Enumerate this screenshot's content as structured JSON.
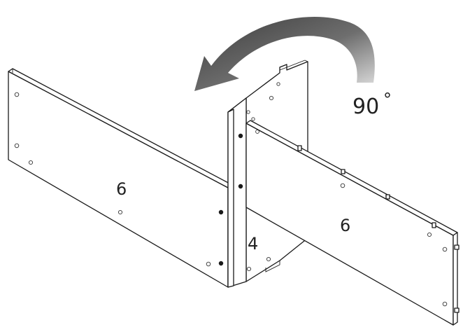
{
  "labels": {
    "left_panel": "6",
    "center_panel": "4",
    "right_panel": "6",
    "rotation": "90",
    "degree_symbol": "°"
  },
  "colors": {
    "line": "#1a1a1a",
    "arrow_dark": "#4a4a4a",
    "arrow_light": "#d8d8d8",
    "background": "#ffffff"
  },
  "icons": {
    "rotation_arrow": "curved-arrow-counterclockwise"
  }
}
